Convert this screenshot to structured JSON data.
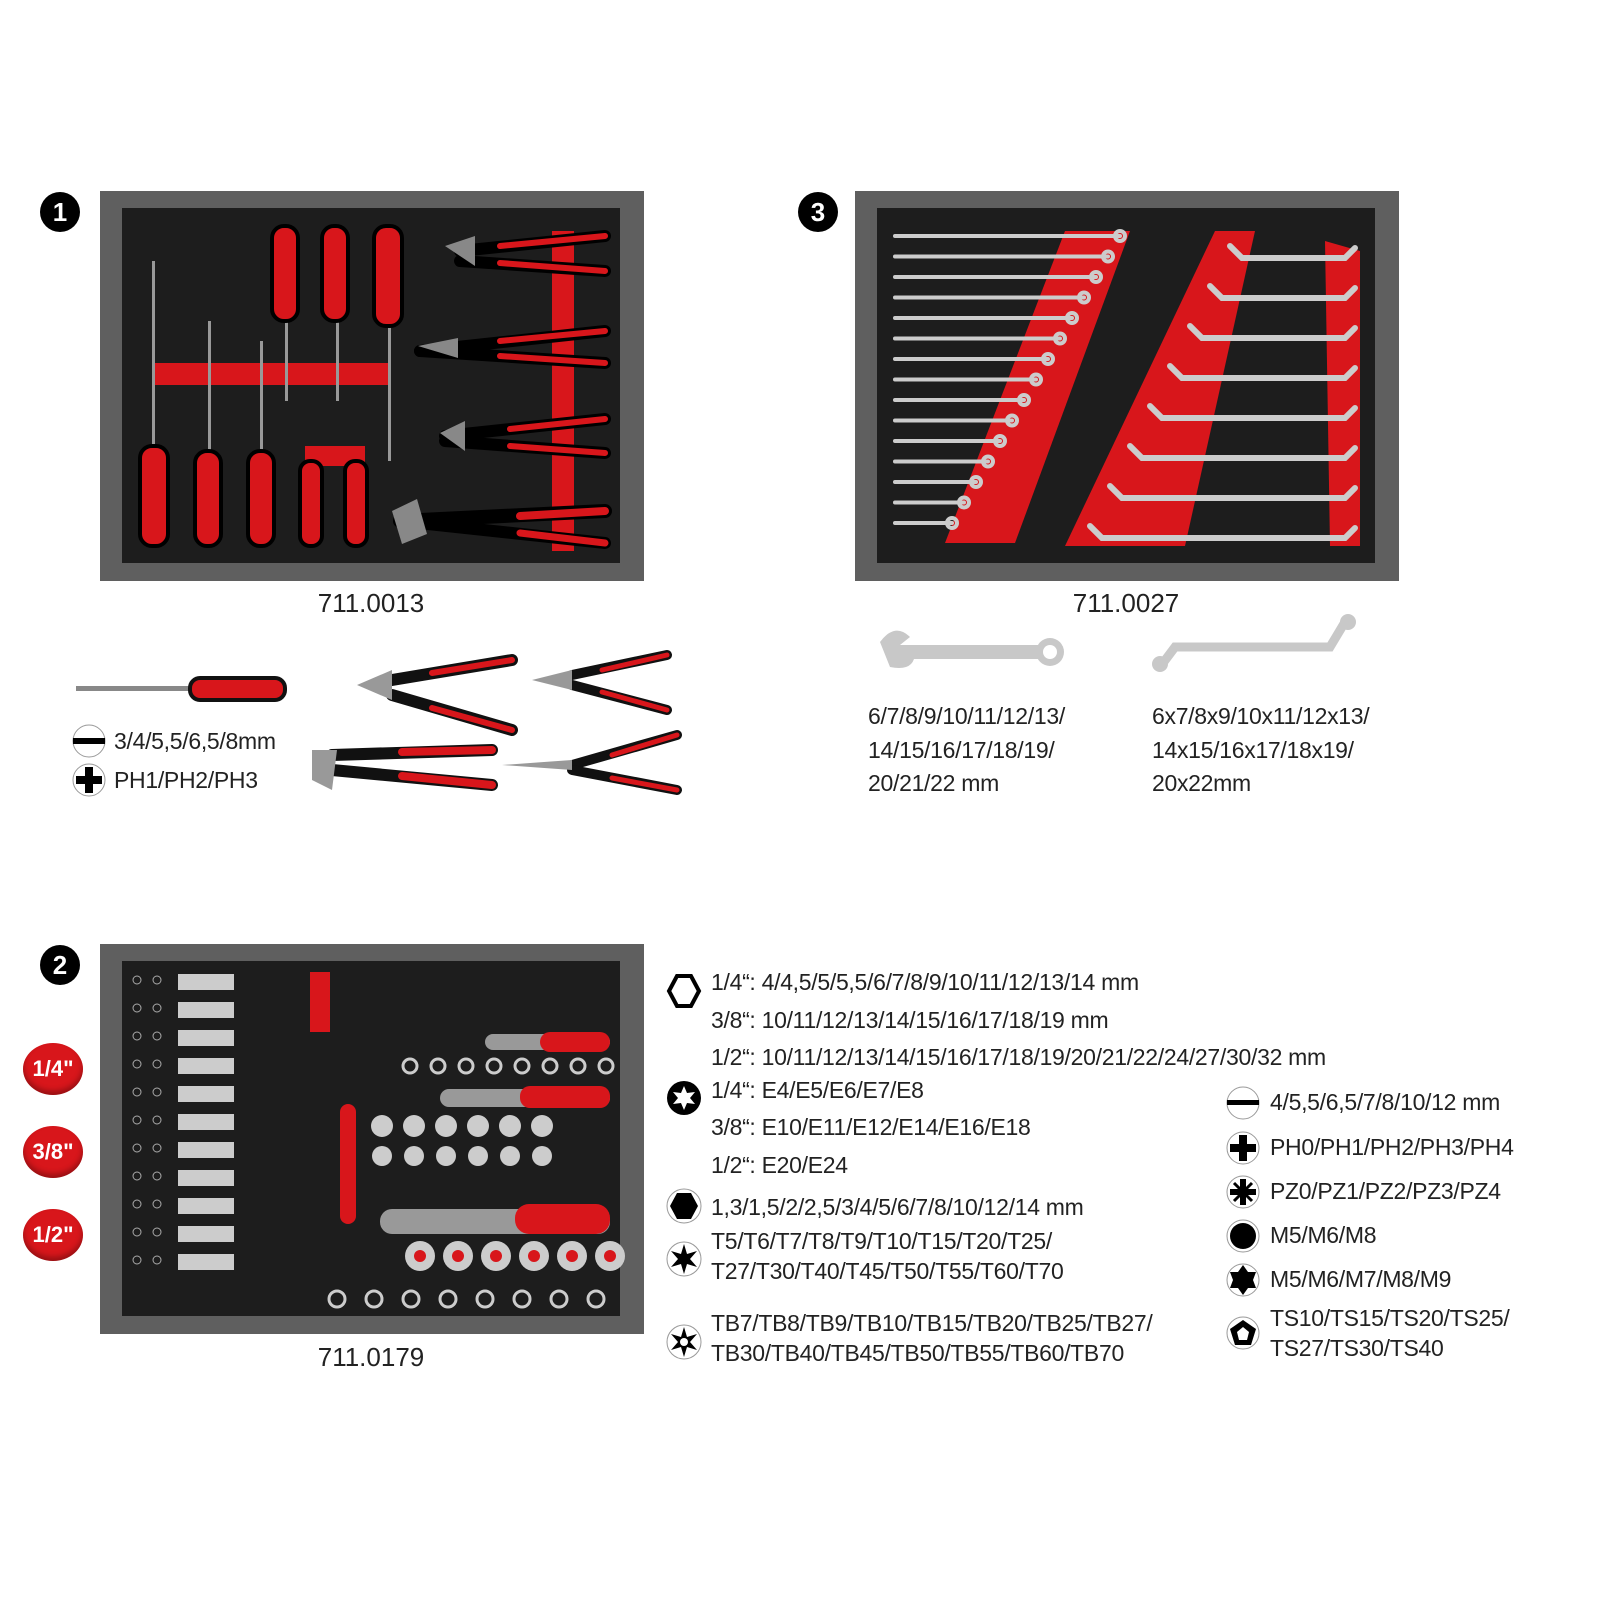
{
  "drawers": [
    {
      "number": "1",
      "code": "711.0013"
    },
    {
      "number": "3",
      "code": "711.0027"
    },
    {
      "number": "2",
      "code": "711.0179"
    }
  ],
  "drive_sizes": [
    "1/4\"",
    "3/8\"",
    "1/2\""
  ],
  "drawer1_specs": {
    "slotted": "3/4/5,5/6,5/8mm",
    "phillips": "PH1/PH2/PH3"
  },
  "drawer3_specs": {
    "combination": [
      "6/7/8/9/10/11/12/13/",
      "14/15/16/17/18/19/",
      "20/21/22 mm"
    ],
    "double_ring": [
      "6x7/8x9/10x11/12x13/",
      "14x15/16x17/18x19/",
      "20x22mm"
    ]
  },
  "drawer2_specs": {
    "hex_sockets": [
      "1/4“: 4/4,5/5/5,5/6/7/8/9/10/11/12/13/14 mm",
      "3/8“: 10/11/12/13/14/15/16/17/18/19 mm",
      "1/2“: 10/11/12/13/14/15/16/17/18/19/20/21/22/24/27/30/32 mm"
    ],
    "e_torx": [
      "1/4“: E4/E5/E6/E7/E8",
      "3/8“: E10/E11/E12/E14/E16/E18",
      "1/2“: E20/E24"
    ],
    "hex_bits": "1,3/1,5/2/2,5/3/4/5/6/7/8/10/12/14 mm",
    "torx": [
      "T5/T6/T7/T8/T9/T10/T15/T20/T25/",
      "T27/T30/T40/T45/T50/T55/T60/T70"
    ],
    "torx_tamper": [
      "TB7/TB8/TB9/TB10/TB15/TB20/TB25/TB27/",
      "TB30/TB40/TB45/TB50/TB55/TB60/TB70"
    ],
    "slotted": "4/5,5/6,5/7/8/10/12 mm",
    "phillips": "PH0/PH1/PH2/PH3/PH4",
    "pozidriv": "PZ0/PZ1/PZ2/PZ3/PZ4",
    "multitooth": "M5/M6/M8",
    "ribe": "M5/M6/M7/M8/M9",
    "torq_set": [
      "TS10/TS15/TS20/TS25/",
      "TS27/TS30/TS40"
    ]
  },
  "colors": {
    "red": "#d8161b",
    "tray": "#5f5f5f",
    "foam": "#1d1d1d"
  }
}
